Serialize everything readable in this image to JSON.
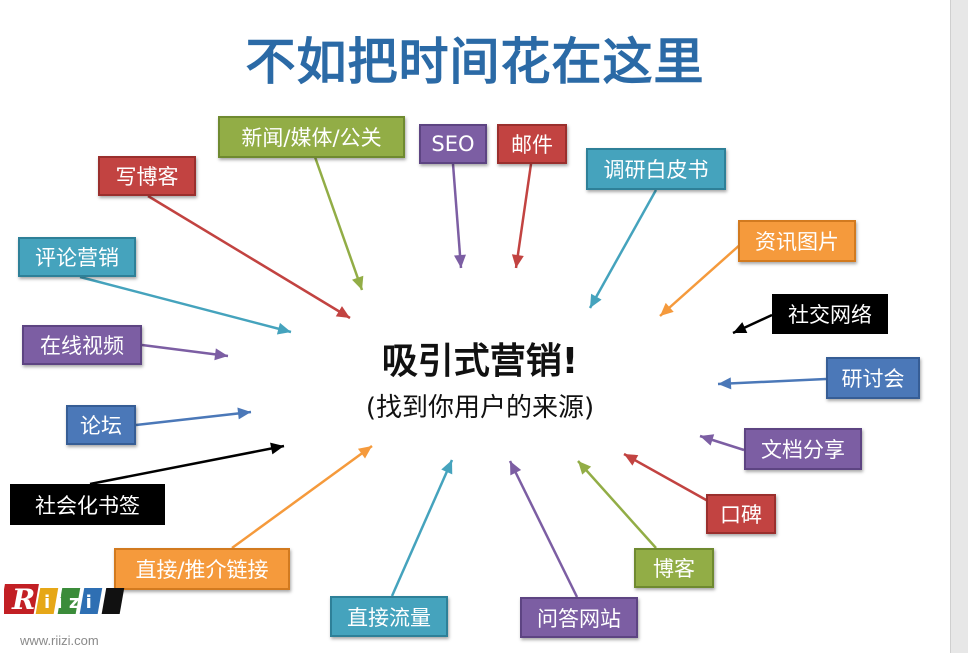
{
  "title": "不如把时间花在这里",
  "center": {
    "main": "吸引式营销!",
    "sub": "(找到你用户的来源)"
  },
  "labels": [
    {
      "id": "news",
      "text": "新闻/媒体/公关",
      "color": "green"
    },
    {
      "id": "seo",
      "text": "SEO",
      "color": "purple"
    },
    {
      "id": "email",
      "text": "邮件",
      "color": "red"
    },
    {
      "id": "research",
      "text": "调研白皮书",
      "color": "teal"
    },
    {
      "id": "blogging",
      "text": "写博客",
      "color": "red"
    },
    {
      "id": "infographic",
      "text": "资讯图片",
      "color": "orange"
    },
    {
      "id": "comment",
      "text": "评论营销",
      "color": "teal"
    },
    {
      "id": "social",
      "text": "社交网络",
      "color": "black"
    },
    {
      "id": "video",
      "text": "在线视频",
      "color": "purple"
    },
    {
      "id": "seminar",
      "text": "研讨会",
      "color": "blue"
    },
    {
      "id": "forum",
      "text": "论坛",
      "color": "blue"
    },
    {
      "id": "docshare",
      "text": "文档分享",
      "color": "purple"
    },
    {
      "id": "bookmark",
      "text": "社会化书签",
      "color": "black"
    },
    {
      "id": "wom",
      "text": "口碑",
      "color": "red"
    },
    {
      "id": "referral",
      "text": "直接/推介链接",
      "color": "orange"
    },
    {
      "id": "blog",
      "text": "博客",
      "color": "green"
    },
    {
      "id": "direct",
      "text": "直接流量",
      "color": "teal"
    },
    {
      "id": "qa",
      "text": "问答网站",
      "color": "purple"
    }
  ],
  "watermark": {
    "logo_letters": "Riizi",
    "url": "www.riizi.com"
  },
  "colors": {
    "title": "#2b6aa6",
    "green": "#92ad46",
    "red": "#c24341",
    "teal": "#45a3bd",
    "purple": "#7c5ea3",
    "orange": "#f59a3c",
    "blue": "#4b78b8",
    "black": "#000000"
  }
}
